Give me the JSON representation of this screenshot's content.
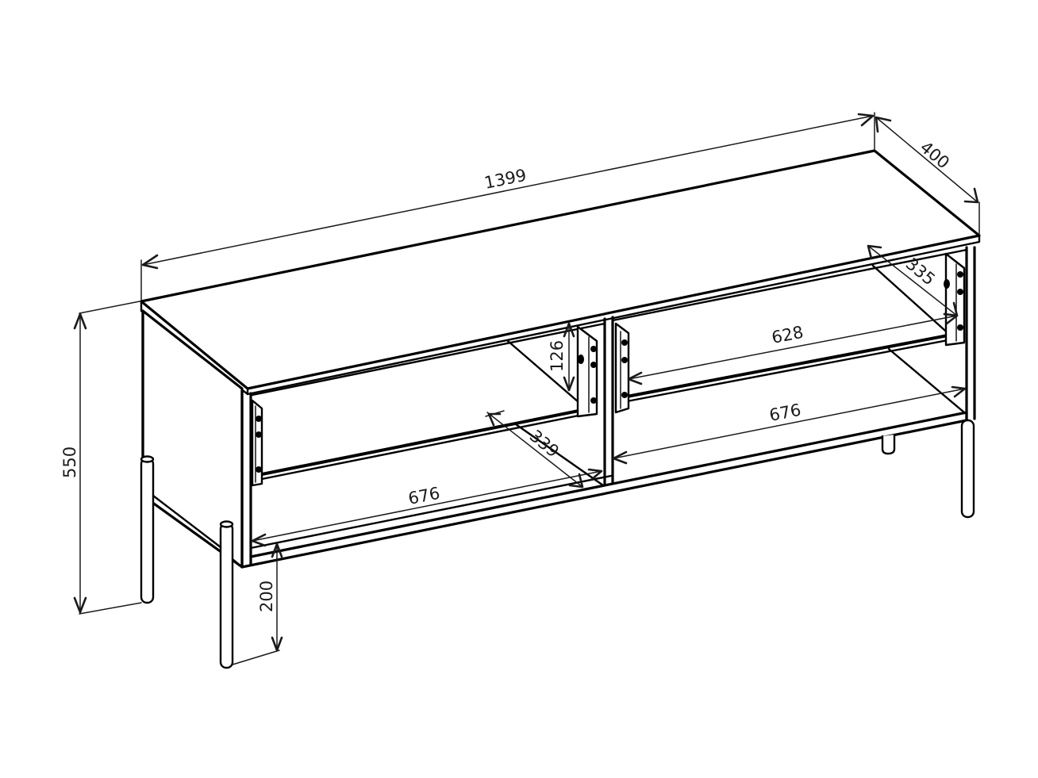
{
  "drawing": {
    "subject": "TV stand with two open compartments, shelves and metal legs",
    "colors": {
      "line": "#000000",
      "dimension": "#1a1a1a",
      "background": "#ffffff"
    }
  },
  "dimensions": {
    "overall_width": "1399",
    "overall_depth": "400",
    "overall_height": "550",
    "leg_clearance": "200",
    "shelf_depth_right": "335",
    "shelf_depth_left": "339",
    "shelf_height": "126",
    "shelf_width_right": "628",
    "compartment_width_right": "676",
    "compartment_width_left": "676"
  }
}
